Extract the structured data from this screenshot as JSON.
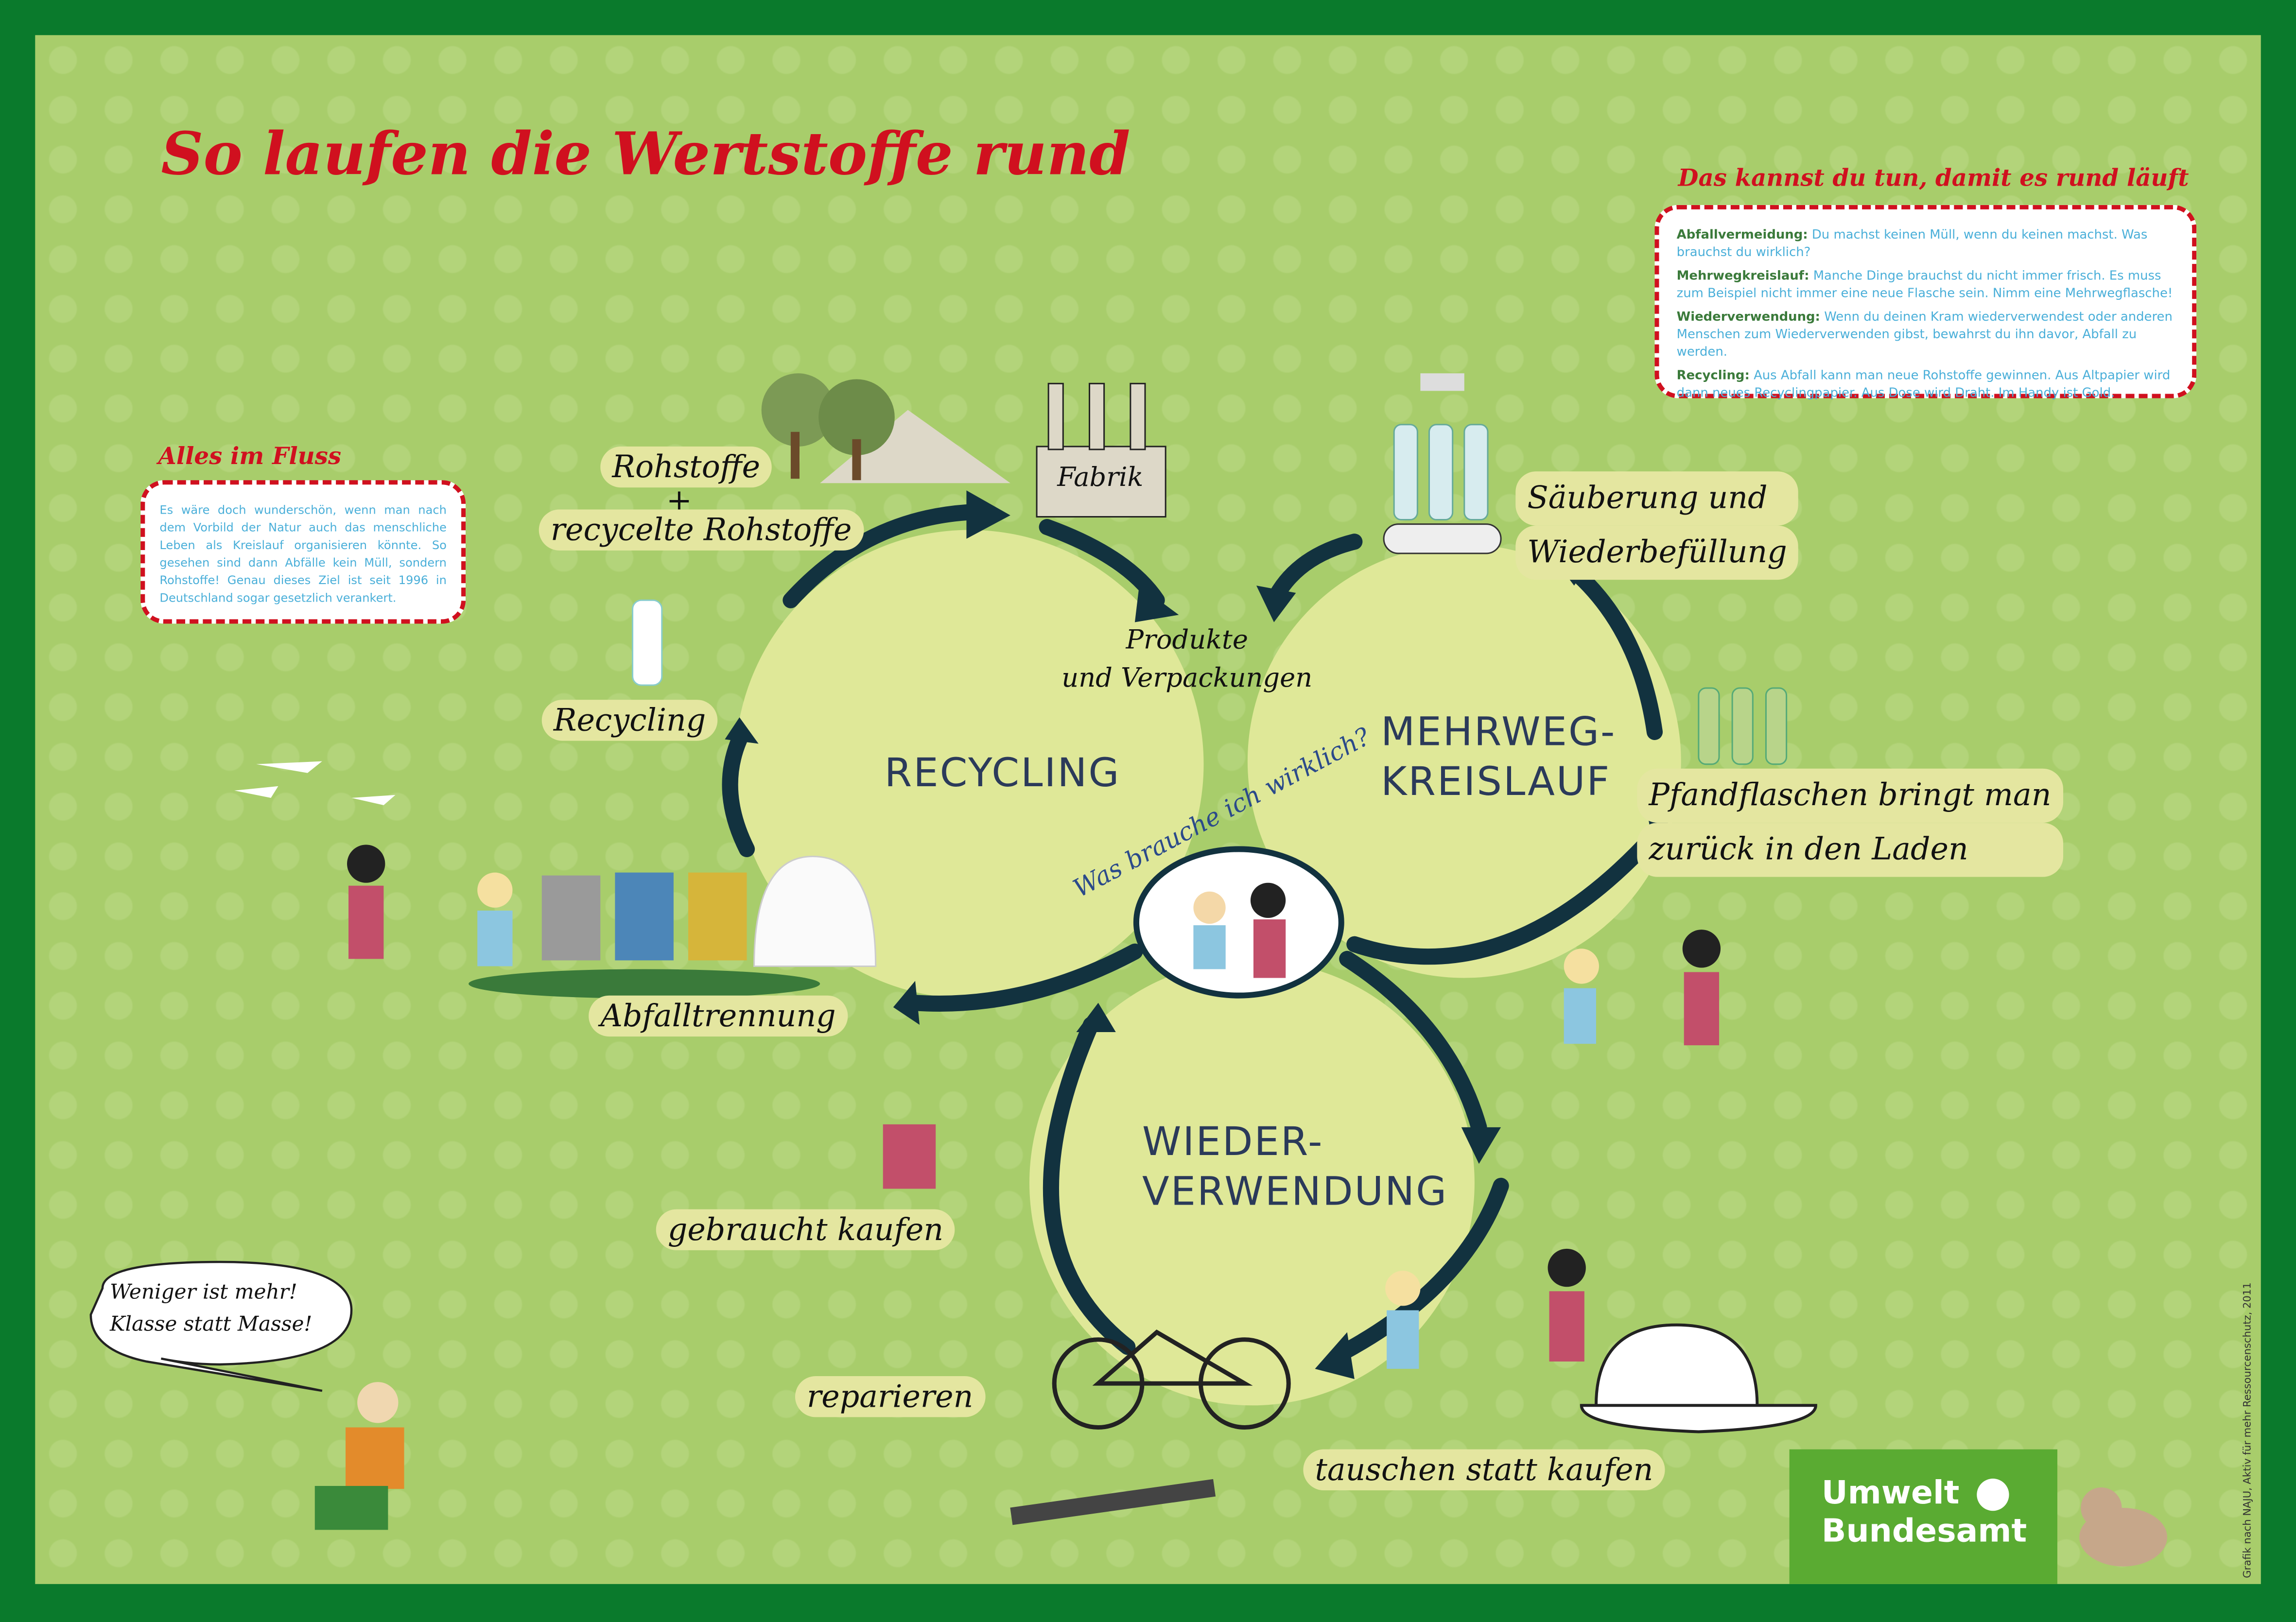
{
  "title": "So laufen die Wertstoffe rund",
  "tips": {
    "heading": "Das kannst du tun, damit es rund läuft",
    "items": [
      {
        "term": "Abfallvermeidung:",
        "text": "Du machst keinen Müll, wenn du keinen machst. Was brauchst du wirklich?"
      },
      {
        "term": "Mehrwegkreislauf:",
        "text": "Manche Dinge brauchst du nicht immer frisch. Es muss zum Beispiel nicht immer eine neue Flasche sein. Nimm eine Mehrwegflasche!"
      },
      {
        "term": "Wiederverwendung:",
        "text": "Wenn du deinen Kram wiederverwendest oder anderen Menschen zum Wiederverwenden gibst, bewahrst du ihn davor, Abfall zu werden."
      },
      {
        "term": "Recycling:",
        "text": "Aus Abfall kann man neue Rohstoffe gewinnen. Aus Altpapier wird dann neues Recyclingpapier. Aus Dose wird Draht. Im Handy ist Gold."
      }
    ]
  },
  "info": {
    "heading": "Alles im Fluss",
    "text": "Es wäre doch wunderschön, wenn man nach dem Vorbild der Natur auch das menschliche Leben als Kreislauf organisieren könnte. So gesehen sind dann Abfälle kein Müll, sondern Rohstoffe! Genau dieses Ziel ist seit 1996 in Deutschland sogar gesetzlich verankert."
  },
  "cycles": {
    "recycling": "RECYCLING",
    "mehrweg": [
      "MEHRWEG-",
      "KREISLAUF"
    ],
    "wieder": [
      "WIEDER-",
      "VERWENDUNG"
    ]
  },
  "center": {
    "products": [
      "Produkte",
      "und Verpackungen"
    ],
    "question": "Was brauche ich wirklich?"
  },
  "labels": {
    "rohstoffe": "Rohstoffe",
    "plus": "+",
    "recycelte": "recycelte Rohstoffe",
    "fabrik": "Fabrik",
    "saeuberung": [
      "Säuberung und",
      "Wiederbefüllung"
    ],
    "recycling": "Recycling",
    "pfand": [
      "Pfandflaschen bringt man",
      "zurück in den Laden"
    ],
    "abfalltrennung": "Abfalltrennung",
    "gebraucht": "gebraucht kaufen",
    "reparieren": "reparieren",
    "tauschen": "tauschen statt kaufen"
  },
  "speech": [
    "Weniger ist mehr!",
    "Klasse statt Masse!"
  ],
  "logo": [
    "Umwelt",
    "Bundesamt"
  ],
  "credit": "Grafik nach NAJU, Aktiv für mehr Ressourcenschutz, 2011",
  "colors": {
    "frame": "#0a7a2c",
    "background": "#a8cd6b",
    "circle": "#dfe898",
    "arrow": "#12323f",
    "red": "#d0101f",
    "logo": "#5aab32"
  }
}
